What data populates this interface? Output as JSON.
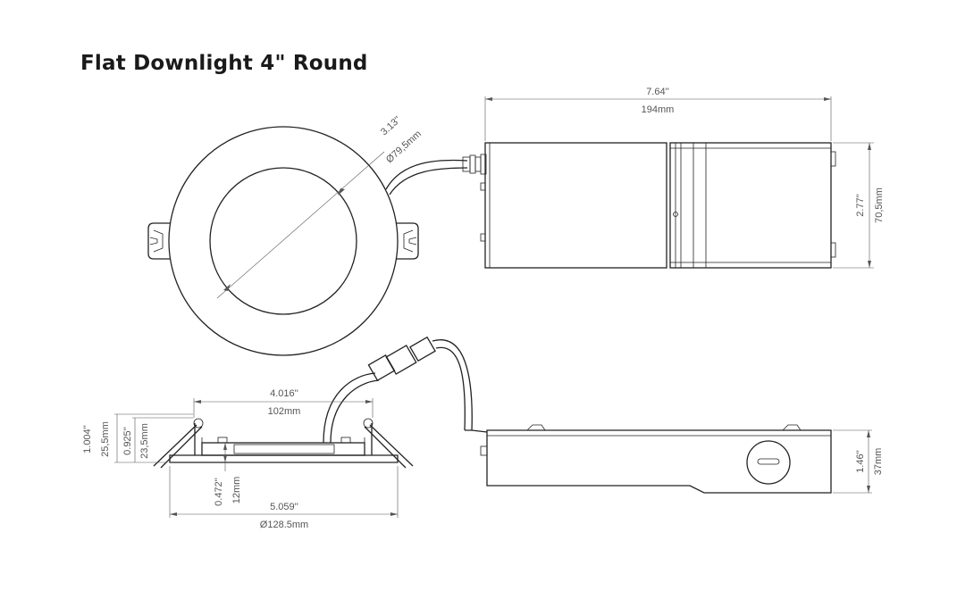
{
  "title": "Flat Downlight 4\" Round",
  "dims": {
    "driver_length_in": "7.64''",
    "driver_length_mm": "194mm",
    "driver_height_in": "2.77''",
    "driver_height_mm": "70,5mm",
    "aperture_in": "3.13''",
    "aperture_mm": "Ø79,5mm",
    "inner_width_in": "4.016''",
    "inner_width_mm": "102mm",
    "outer_width_in": "5.059''",
    "outer_width_mm": "Ø128.5mm",
    "total_height_in": "1.004''",
    "total_height_mm": "25,5mm",
    "clip_height_in": "0.925''",
    "clip_height_mm": "23,5mm",
    "lamp_depth_in": "0.472''",
    "lamp_depth_mm": "12mm",
    "box_height_in": "1.46''",
    "box_height_mm": "37mm"
  }
}
